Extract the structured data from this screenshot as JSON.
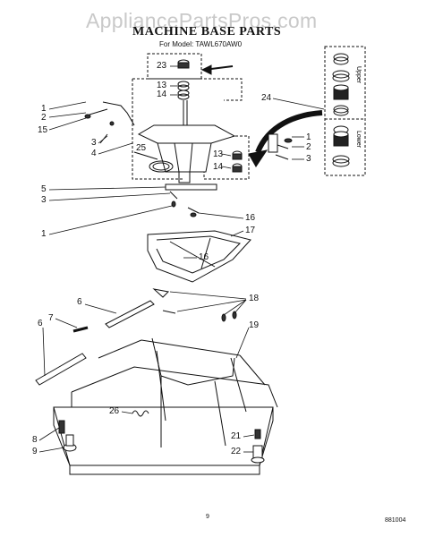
{
  "watermark": "AppliancePartsPros.com",
  "header": {
    "title": "MACHINE BASE PARTS",
    "model": "For Model: TAWL670AW0"
  },
  "inset": {
    "upper_label": "Upper",
    "lower_label": "Lower"
  },
  "callouts": [
    {
      "id": "c-23",
      "text": "23"
    },
    {
      "id": "c-13a",
      "text": "13"
    },
    {
      "id": "c-14a",
      "text": "14"
    },
    {
      "id": "c-24",
      "text": "24"
    },
    {
      "id": "c-1a",
      "text": "1"
    },
    {
      "id": "c-2a",
      "text": "2"
    },
    {
      "id": "c-15",
      "text": "15"
    },
    {
      "id": "c-3a",
      "text": "3"
    },
    {
      "id": "c-4",
      "text": "4"
    },
    {
      "id": "c-25",
      "text": "25"
    },
    {
      "id": "c-13b",
      "text": "13"
    },
    {
      "id": "c-14b",
      "text": "14"
    },
    {
      "id": "c-1b",
      "text": "1"
    },
    {
      "id": "c-2b",
      "text": "2"
    },
    {
      "id": "c-3b",
      "text": "3"
    },
    {
      "id": "c-5",
      "text": "5"
    },
    {
      "id": "c-3c",
      "text": "3"
    },
    {
      "id": "c-1c",
      "text": "1"
    },
    {
      "id": "c-16a",
      "text": "16"
    },
    {
      "id": "c-17",
      "text": "17"
    },
    {
      "id": "c-16b",
      "text": "16"
    },
    {
      "id": "c-18",
      "text": "18"
    },
    {
      "id": "c-6a",
      "text": "6"
    },
    {
      "id": "c-7",
      "text": "7"
    },
    {
      "id": "c-6b",
      "text": "6"
    },
    {
      "id": "c-19",
      "text": "19"
    },
    {
      "id": "c-26",
      "text": "26"
    },
    {
      "id": "c-8",
      "text": "8"
    },
    {
      "id": "c-9",
      "text": "9"
    },
    {
      "id": "c-21",
      "text": "21"
    },
    {
      "id": "c-22",
      "text": "22"
    }
  ],
  "footer": {
    "page": "9",
    "code": "881004"
  }
}
